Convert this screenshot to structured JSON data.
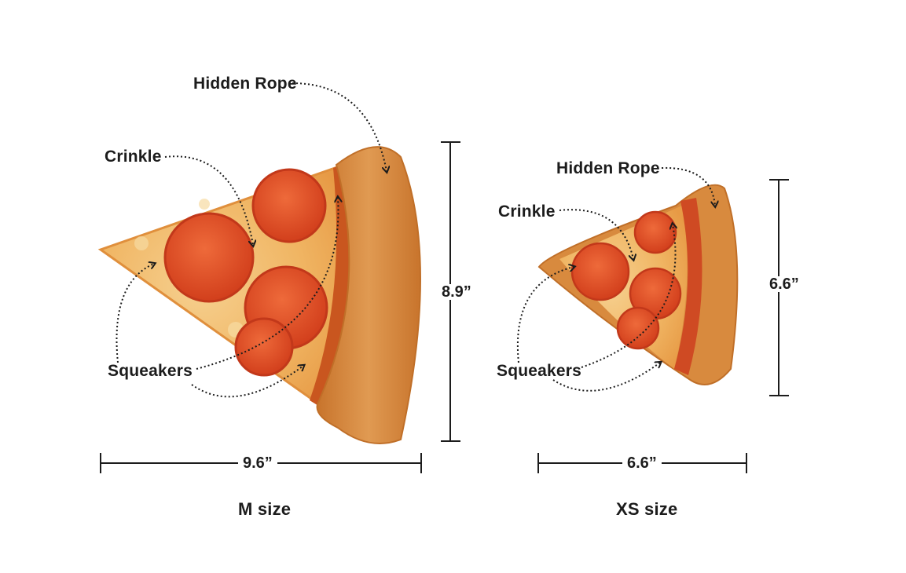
{
  "products": {
    "m": {
      "size_label": "M size",
      "width": "9.6”",
      "height": "8.9”",
      "callouts": {
        "hidden_rope": "Hidden Rope",
        "crinkle": "Crinkle",
        "squeakers": "Squeakers"
      }
    },
    "xs": {
      "size_label": "XS size",
      "width": "6.6”",
      "height": "6.6”",
      "callouts": {
        "hidden_rope": "Hidden Rope",
        "crinkle": "Crinkle",
        "squeakers": "Squeakers"
      }
    }
  },
  "colors": {
    "crust": "#d98a3c",
    "crust_dark": "#c06f28",
    "cheese": "#f2b768",
    "sauce": "#d9531e",
    "pepperoni": "#e04a25",
    "pepperoni_edge": "#c2381a",
    "ink": "#1c1c1c"
  }
}
